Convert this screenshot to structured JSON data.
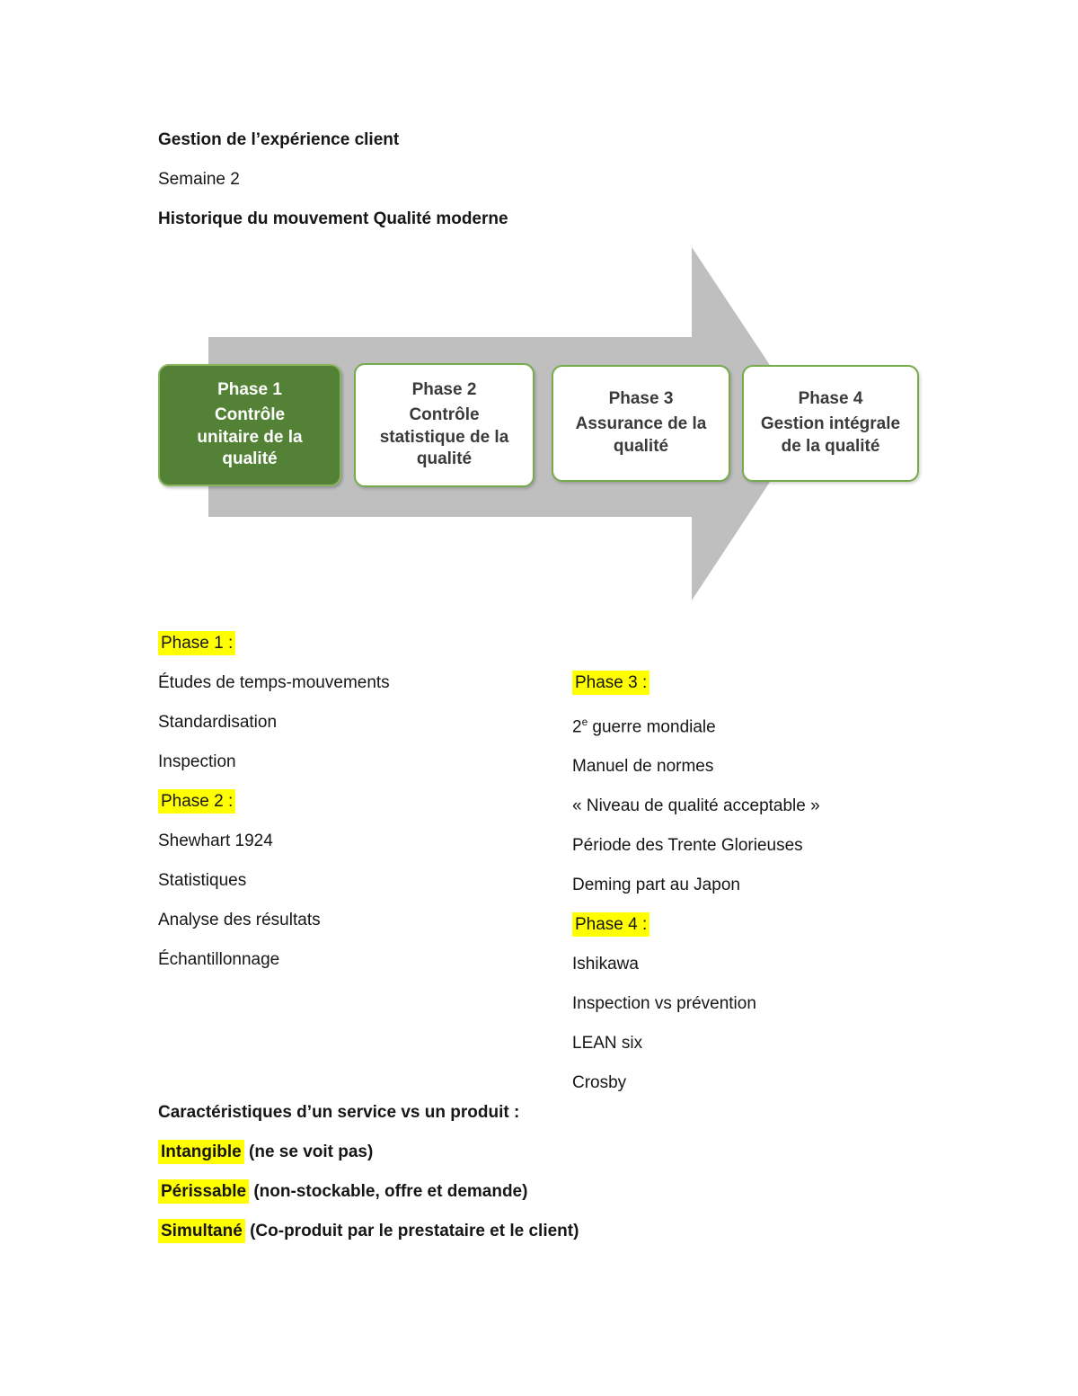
{
  "header": {
    "course": "Gestion de l’expérience client",
    "week": "Semaine 2",
    "title": "Historique du mouvement Qualité moderne"
  },
  "diagram": {
    "phases": [
      {
        "title": "Phase 1",
        "subtitle": "Contrôle unitaire de la qualité"
      },
      {
        "title": "Phase 2",
        "subtitle": "Contrôle statistique de la qualité"
      },
      {
        "title": "Phase 3",
        "subtitle": "Assurance de la qualité"
      },
      {
        "title": "Phase 4",
        "subtitle": "Gestion intégrale de la qualité"
      }
    ]
  },
  "lists": {
    "left": [
      {
        "text": "Phase 1 :"
      },
      {
        "text": "Études de temps-mouvements"
      },
      {
        "text": "Standardisation"
      },
      {
        "text": "Inspection"
      },
      {
        "text": "Phase 2 :"
      },
      {
        "text": "Shewhart 1924"
      },
      {
        "text": "Statistiques"
      },
      {
        "text": "Analyse des résultats"
      },
      {
        "text": "Échantillonnage"
      }
    ],
    "right": [
      {
        "text": "Phase 3 :"
      },
      {
        "pre": "2",
        "sup": "e",
        "rest": " guerre mondiale"
      },
      {
        "text": "Manuel de normes"
      },
      {
        "text": "« Niveau de qualité acceptable »"
      },
      {
        "text": "Période des Trente Glorieuses"
      },
      {
        "text": "Deming part au Japon"
      },
      {
        "text": "Phase 4 :"
      },
      {
        "text": "Ishikawa"
      },
      {
        "text": "Inspection vs prévention"
      },
      {
        "text": "LEAN six"
      },
      {
        "text": "Crosby"
      }
    ]
  },
  "characteristics": {
    "heading": "Caractéristiques d’un service vs un produit :",
    "items": [
      {
        "term": "Intangible",
        "rest": " (ne se voit pas)"
      },
      {
        "term": "Périssable",
        "rest": " (non-stockable, offre et demande)"
      },
      {
        "term": "Simultané",
        "rest": " (Co-produit par le prestataire et le client)"
      }
    ]
  },
  "colors": {
    "phase1_fill": "#538135",
    "phase_border": "#76ab4c",
    "arrow_gray": "#bfbfbf",
    "highlight_yellow": "#ffff00"
  }
}
